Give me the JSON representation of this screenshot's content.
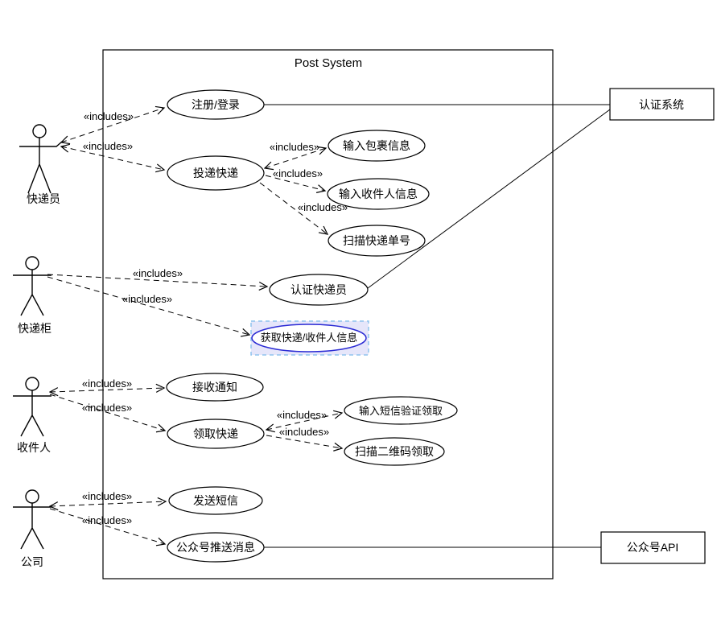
{
  "diagram": {
    "system_boundary": {
      "title": "Post System"
    },
    "include_label": "«includes»",
    "colors": {
      "scan_tracking_fill": "#90EE90",
      "push_message_fill": "#FFFF99",
      "selected_fill": "#E6E6FA",
      "selected_stroke": "#2B2BD4"
    },
    "actors": [
      {
        "id": "courier",
        "label": "快递员"
      },
      {
        "id": "locker",
        "label": "快递柜"
      },
      {
        "id": "recipient",
        "label": "收件人"
      },
      {
        "id": "company",
        "label": "公司"
      }
    ],
    "use_cases": [
      {
        "id": "register-login",
        "label": "注册/登录"
      },
      {
        "id": "deliver-package",
        "label": "投递快递"
      },
      {
        "id": "enter-package-info",
        "label": "输入包裹信息"
      },
      {
        "id": "enter-recipient-info",
        "label": "输入收件人信息"
      },
      {
        "id": "scan-tracking-number",
        "label": "扫描快递单号"
      },
      {
        "id": "authenticate-courier",
        "label": "认证快递员"
      },
      {
        "id": "get-package-recipient-info",
        "label": "获取快递/收件人信息"
      },
      {
        "id": "receive-notification",
        "label": "接收通知"
      },
      {
        "id": "pickup-package",
        "label": "领取快递"
      },
      {
        "id": "sms-verification-pickup",
        "label": "输入短信验证领取"
      },
      {
        "id": "scan-qrcode-pickup",
        "label": "扫描二维码领取"
      },
      {
        "id": "send-sms",
        "label": "发送短信"
      },
      {
        "id": "push-official-message",
        "label": "公众号推送消息"
      }
    ],
    "external_systems": [
      {
        "id": "auth-system",
        "label": "认证系统"
      },
      {
        "id": "official-account-api",
        "label": "公众号API"
      }
    ]
  }
}
